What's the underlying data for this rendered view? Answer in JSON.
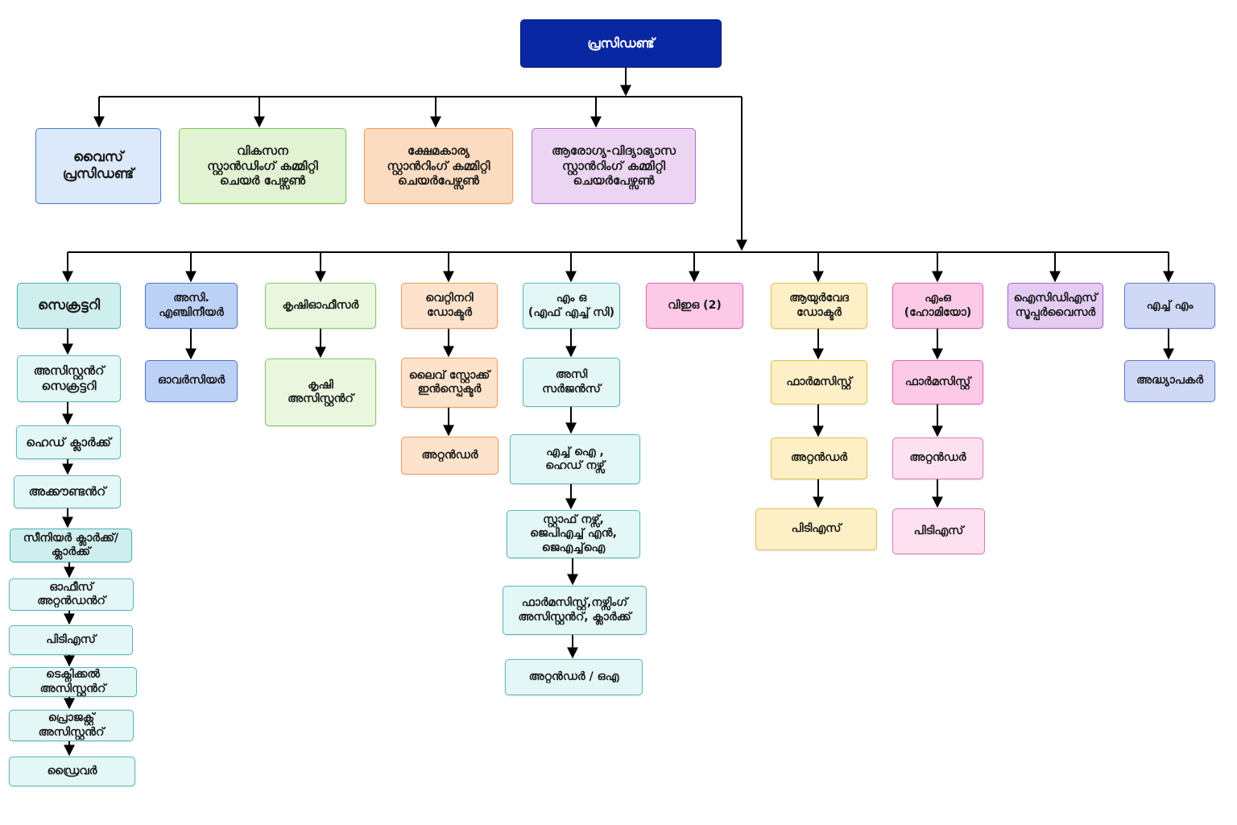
{
  "chart_data": {
    "type": "org-chart",
    "nodes": [
      {
        "id": "president",
        "label": "പ്രസിഡണ്ട്"
      },
      {
        "id": "vice-president",
        "label": "വൈസ്\nപ്രസിഡണ്ട്"
      },
      {
        "id": "dev-committee",
        "label": "വികസന\nസ്റ്റാൻഡിംഗ് കമ്മിറ്റി\nചെയർ പേഴ്സൺ"
      },
      {
        "id": "welfare-committee",
        "label": "ക്ഷേമകാര്യ\nസ്റ്റാൻറിംഗ് കമ്മിറ്റി\nചെയർപേഴ്സൺ"
      },
      {
        "id": "health-edu-committee",
        "label": "ആരോഗ്യ-വിദ്യാഭ്യാസ\nസ്റ്റാൻറിംഗ് കമ്മിറ്റി\nചെയർപേഴ്സൺ"
      },
      {
        "id": "secretary",
        "label": "സെക്രട്ടറി"
      },
      {
        "id": "asst-engineer",
        "label": "അസി.\nഎഞ്ചിനീയർ"
      },
      {
        "id": "agri-officer",
        "label": "കൃഷിഓഫീസർ"
      },
      {
        "id": "vet-doctor",
        "label": "വെറ്റിനറി\nഡോക്ടർ"
      },
      {
        "id": "mo-fhc",
        "label": "എം ഒ\n(എഫ് എച്ച് സി)"
      },
      {
        "id": "veo",
        "label": "വിഇഒ (2)"
      },
      {
        "id": "ayurveda-doctor",
        "label": "ആയുർവേദ\nഡോക്ടർ"
      },
      {
        "id": "mo-homeo",
        "label": "എംഒ\n(ഹോമിയോ)"
      },
      {
        "id": "icds-supervisor",
        "label": "ഐസിഡിഎസ്\nസൂപ്പർവൈസർ"
      },
      {
        "id": "hm",
        "label": "എച്ച് എം"
      },
      {
        "id": "asst-secretary",
        "label": "അസിസ്റ്റൻറ്\nസെക്രട്ടറി"
      },
      {
        "id": "head-clerk",
        "label": "ഹെഡ് ക്ലാർക്ക്"
      },
      {
        "id": "accountant",
        "label": "അക്കൗണ്ടൻറ്"
      },
      {
        "id": "senior-clerk",
        "label": "സീനിയർ ക്ലാർക്ക്/\nക്ലാർക്ക്"
      },
      {
        "id": "office-attendant",
        "label": "ഓഫീസ്\nഅറ്റൻഡൻറ്"
      },
      {
        "id": "pts-1",
        "label": "പിടിഎസ്"
      },
      {
        "id": "technical-asst",
        "label": "ടെക്നിക്കൽ\nഅസിസ്റ്റൻറ്"
      },
      {
        "id": "project-asst",
        "label": "പ്രൊജക്റ്റ്\nഅസിസ്റ്റൻറ്"
      },
      {
        "id": "driver",
        "label": "ഡ്രൈവർ"
      },
      {
        "id": "overseer",
        "label": "ഓവർസിയർ"
      },
      {
        "id": "agri-asst",
        "label": "കൃഷി\nഅസിസ്റ്റൻറ്"
      },
      {
        "id": "livestock-inspector",
        "label": "ലൈവ് സ്റ്റോക്ക്\nഇൻസ്പെക്ടർ"
      },
      {
        "id": "attender-vet",
        "label": "അറ്റൻഡർ"
      },
      {
        "id": "asst-surgeon",
        "label": "അസി\nസർജൻസ്"
      },
      {
        "id": "hi-head-nurse",
        "label": "എച്ച് ഐ ,\nഹെഡ് നഴ്സ്"
      },
      {
        "id": "staff-nurse",
        "label": "സ്റ്റാഫ് നഴ്സ്,\nജെപിഎച്ച് എൻ,\nജെഎച്ച്ഐ"
      },
      {
        "id": "pharmacist-nursing",
        "label": "ഫാർമസിസ്റ്റ്,നഴ്സിംഗ്\nഅസിസ്റ്റൻറ്, ക്ലാർക്ക്"
      },
      {
        "id": "attender-oa",
        "label": "അറ്റൻഡർ / ഒഎ"
      },
      {
        "id": "pharmacist-ayur",
        "label": "ഫാർമസിസ്റ്റ്"
      },
      {
        "id": "attender-ayur",
        "label": "അറ്റൻഡർ"
      },
      {
        "id": "pts-ayur",
        "label": "പിടിഎസ്"
      },
      {
        "id": "pharmacist-homeo",
        "label": "ഫാർമസിസ്റ്റ്"
      },
      {
        "id": "attender-homeo",
        "label": "അറ്റൻഡർ"
      },
      {
        "id": "pts-homeo",
        "label": "പിടിഎസ്"
      },
      {
        "id": "teachers",
        "label": "അദ്ധ്യാപകർ"
      }
    ],
    "edges": [
      [
        "president",
        "vice-president"
      ],
      [
        "president",
        "dev-committee"
      ],
      [
        "president",
        "welfare-committee"
      ],
      [
        "president",
        "health-edu-committee"
      ],
      [
        "president",
        "secretary"
      ],
      [
        "president",
        "asst-engineer"
      ],
      [
        "president",
        "agri-officer"
      ],
      [
        "president",
        "vet-doctor"
      ],
      [
        "president",
        "mo-fhc"
      ],
      [
        "president",
        "veo"
      ],
      [
        "president",
        "ayurveda-doctor"
      ],
      [
        "president",
        "mo-homeo"
      ],
      [
        "president",
        "icds-supervisor"
      ],
      [
        "president",
        "hm"
      ],
      [
        "secretary",
        "asst-secretary"
      ],
      [
        "asst-secretary",
        "head-clerk"
      ],
      [
        "head-clerk",
        "accountant"
      ],
      [
        "accountant",
        "senior-clerk"
      ],
      [
        "senior-clerk",
        "office-attendant"
      ],
      [
        "office-attendant",
        "pts-1"
      ],
      [
        "pts-1",
        "technical-asst"
      ],
      [
        "technical-asst",
        "project-asst"
      ],
      [
        "project-asst",
        "driver"
      ],
      [
        "asst-engineer",
        "overseer"
      ],
      [
        "agri-officer",
        "agri-asst"
      ],
      [
        "vet-doctor",
        "livestock-inspector"
      ],
      [
        "livestock-inspector",
        "attender-vet"
      ],
      [
        "mo-fhc",
        "asst-surgeon"
      ],
      [
        "asst-surgeon",
        "hi-head-nurse"
      ],
      [
        "hi-head-nurse",
        "staff-nurse"
      ],
      [
        "staff-nurse",
        "pharmacist-nursing"
      ],
      [
        "pharmacist-nursing",
        "attender-oa"
      ],
      [
        "ayurveda-doctor",
        "pharmacist-ayur"
      ],
      [
        "pharmacist-ayur",
        "attender-ayur"
      ],
      [
        "attender-ayur",
        "pts-ayur"
      ],
      [
        "mo-homeo",
        "pharmacist-homeo"
      ],
      [
        "pharmacist-homeo",
        "attender-homeo"
      ],
      [
        "attender-homeo",
        "pts-homeo"
      ],
      [
        "hm",
        "teachers"
      ]
    ]
  }
}
